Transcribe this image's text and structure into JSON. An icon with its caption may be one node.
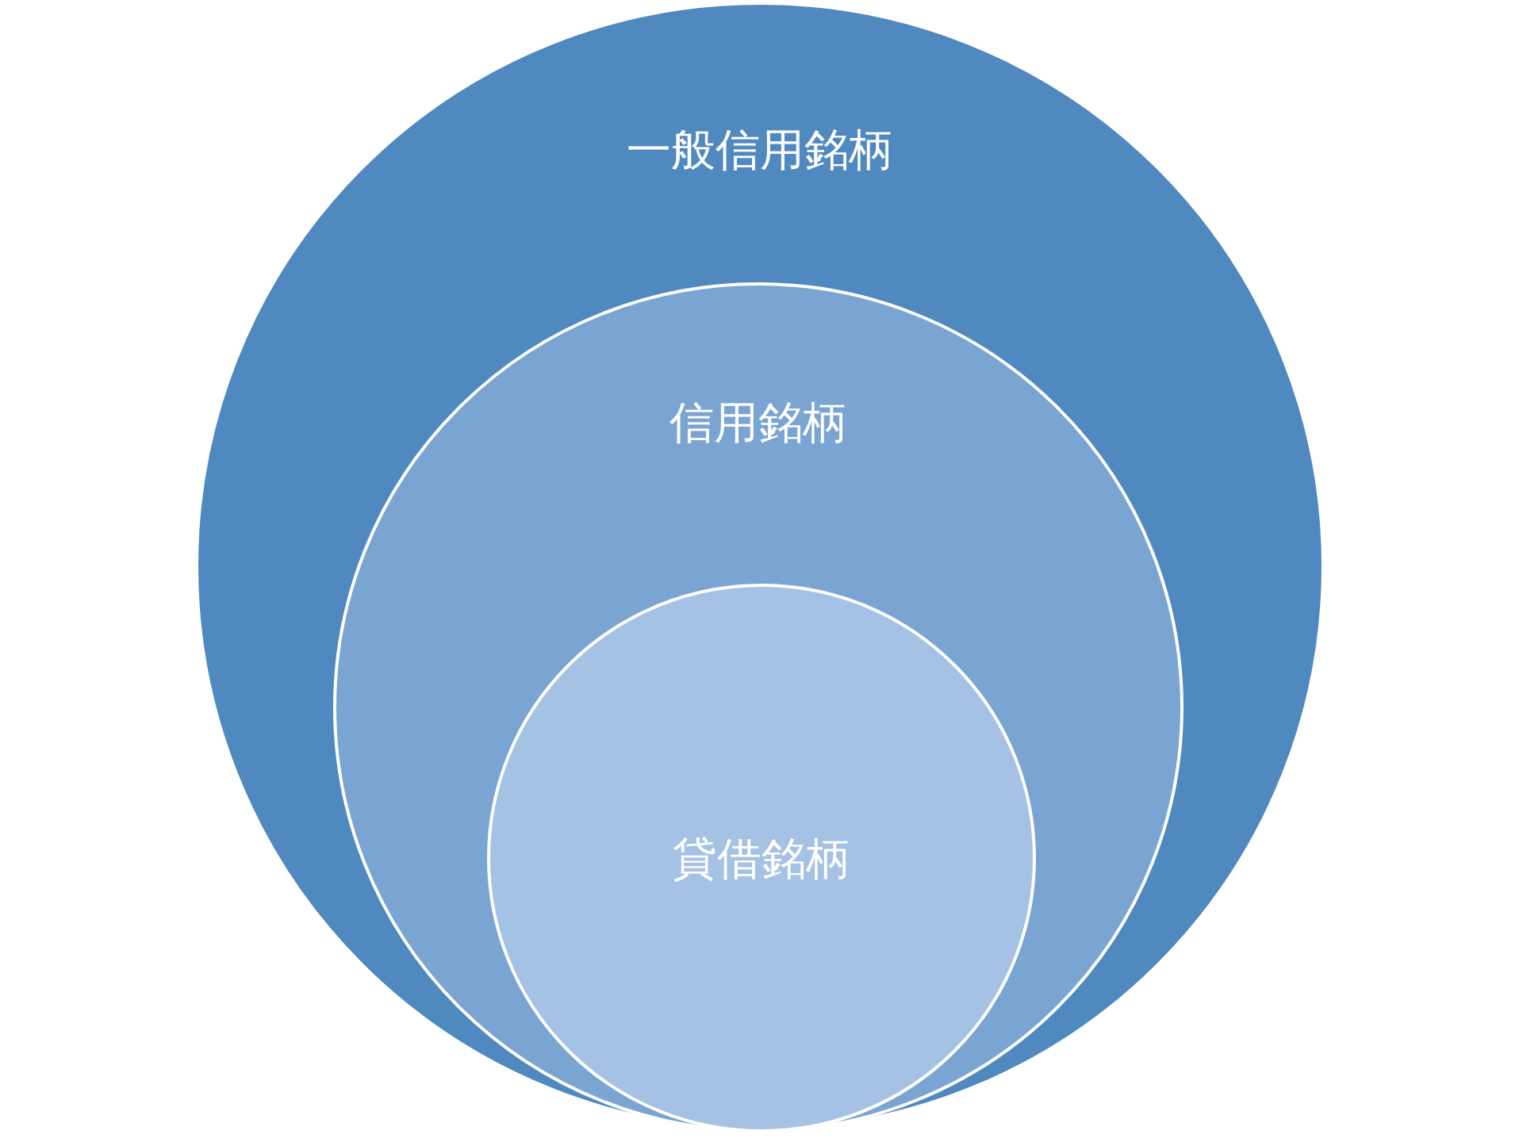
{
  "diagram": {
    "nodes": [
      {
        "text": [
          "一般信用銘柄"
        ]
      },
      {
        "text": [
          "信用銘柄"
        ],
        "in": 0
      },
      {
        "text": [
          "貸借銘柄"
        ],
        "in": 1
      }
    ]
  }
}
